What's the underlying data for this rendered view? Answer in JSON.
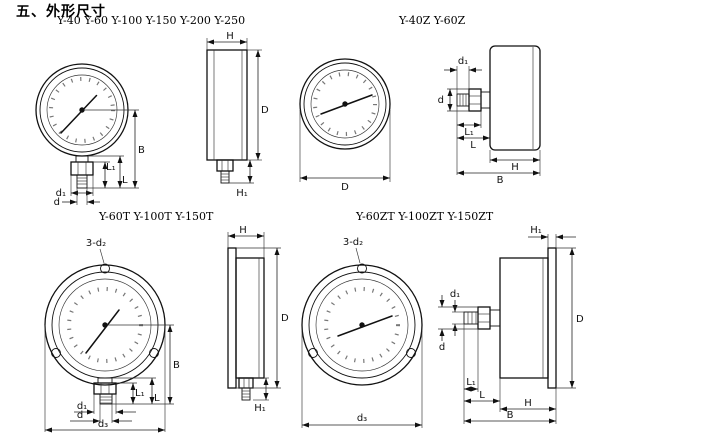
{
  "page": {
    "title": "五、外形尺寸"
  },
  "fig1": {
    "caption": "Y-40 Y-60 Y-100 Y-150 Y-200 Y-250",
    "dims": {
      "B": "B",
      "L1": "L₁",
      "L": "L",
      "d1": "d₁",
      "d": "d",
      "H": "H",
      "D": "D",
      "H1": "H₁"
    }
  },
  "fig2": {
    "caption": "Y-40Z Y-60Z",
    "dims": {
      "D": "D",
      "d1": "d₁",
      "d": "d",
      "L1": "L₁",
      "L": "L",
      "H": "H",
      "B": "B"
    }
  },
  "fig3": {
    "caption": "Y-60T Y-100T Y-150T",
    "dims": {
      "holes": "3-d₂",
      "B": "B",
      "L1": "L₁",
      "L": "L",
      "d1": "d₁",
      "d": "d",
      "d3": "d₃",
      "H": "H",
      "D": "D",
      "H1": "H₁"
    }
  },
  "fig4": {
    "caption": "Y-60ZT Y-100ZT Y-150ZT",
    "dims": {
      "holes": "3-d₂",
      "d3": "d₃",
      "d1": "d₁",
      "d": "d",
      "L1": "L₁",
      "L": "L",
      "H": "H",
      "B": "B",
      "H1": "H₁",
      "D": "D"
    }
  }
}
